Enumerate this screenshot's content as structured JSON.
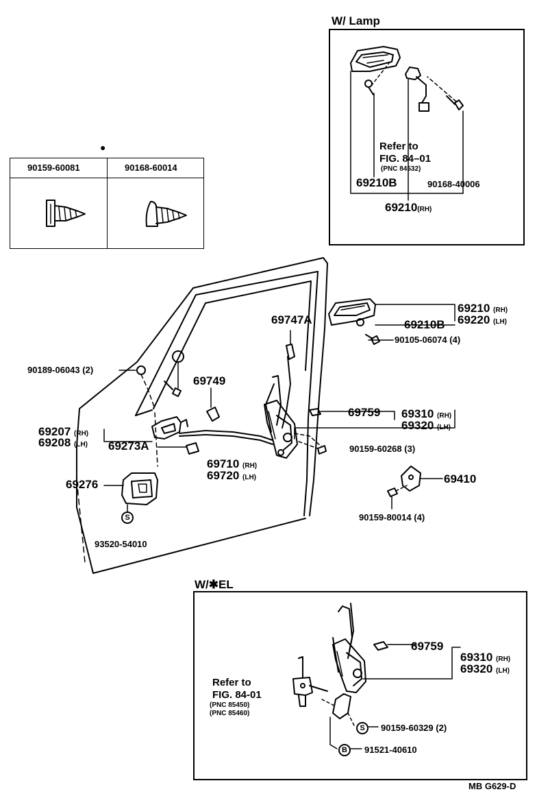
{
  "lamp_box": {
    "title": "W/ Lamp",
    "refer_line1": "Refer to",
    "refer_line2": "FIG. 84–01",
    "refer_pnc": "(PNC 84532)",
    "p1": "69210B",
    "p2": "90168-40006",
    "p3": "69210",
    "p3_note": "(RH)"
  },
  "fastener_table": {
    "mark": "●",
    "col1": "90159-60081",
    "col2": "90168-60014"
  },
  "main": {
    "p69747a": "69747A",
    "p69210": "69210",
    "p69210_note": "(RH)",
    "p69220": "69220",
    "p69220_note": "(LH)",
    "p69210b": "69210B",
    "p90105": "90105-06074",
    "p90105_qty": "(4)",
    "p90189": "90189-06043",
    "p90189_qty": "(2)",
    "p69749": "69749",
    "p69759": "69759",
    "p69310": "69310",
    "p69310_note": "(RH)",
    "p69320": "69320",
    "p69320_note": "(LH)",
    "p69207": "69207",
    "p69207_note": "(RH)",
    "p69208": "69208",
    "p69208_note": "(LH)",
    "p69273a": "69273A",
    "p90159_60268": "90159-60268",
    "p90159_60268_qty": "(3)",
    "p69710": "69710",
    "p69710_note": "(RH)",
    "p69720": "69720",
    "p69720_note": "(LH)",
    "p69410": "69410",
    "p69276": "69276",
    "p90159_80014": "90159-80014",
    "p90159_80014_qty": "(4)",
    "mark_s": "S",
    "p93520": "93520-54010"
  },
  "el_box": {
    "title": "W/✱EL",
    "p69759": "69759",
    "p69310": "69310",
    "p69310_note": "(RH)",
    "p69320": "69320",
    "p69320_note": "(LH)",
    "refer_line1": "Refer to",
    "refer_line2": "FIG. 84-01",
    "refer_pnc1": "(PNC 85450)",
    "refer_pnc2": "(PNC 85460)",
    "mark_s": "S",
    "p90159_60329": "90159-60329",
    "p90159_60329_qty": "(2)",
    "mark_b": "B",
    "p91521": "91521-40610"
  },
  "footer_code": "MB G629-D"
}
